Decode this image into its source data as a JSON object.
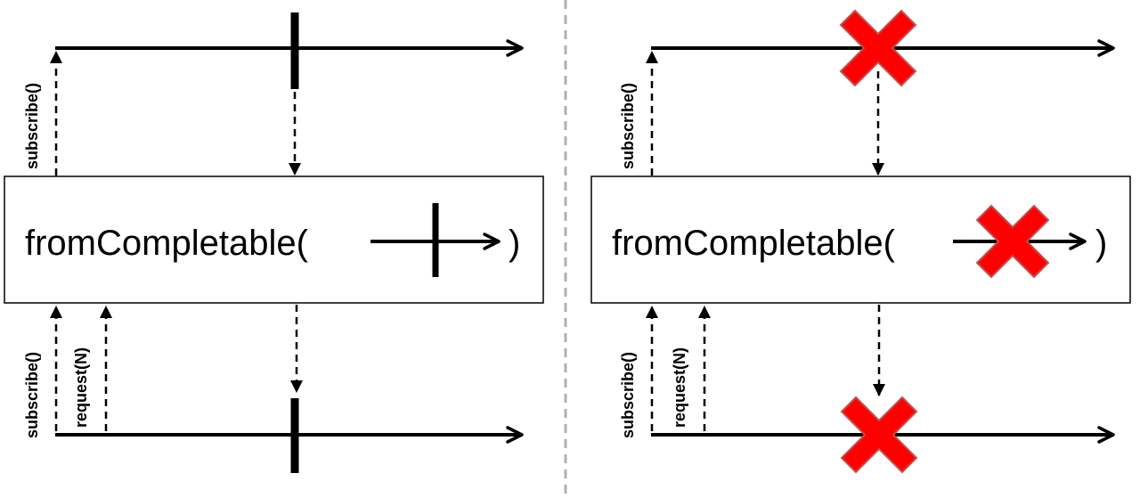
{
  "colors": {
    "line": "#000000",
    "error_fill": "#ff0000",
    "error_stroke": "#c0504d",
    "divider": "#b0b0b0",
    "box_fill": "#ffffff"
  },
  "left_panel": {
    "operator_label": "fromCompletable(",
    "operator_close": ")",
    "upstream_call": "subscribe()",
    "downstream_call_subscribe": "subscribe()",
    "downstream_call_request": "request(N)",
    "upstream_event": "completion-marker",
    "downstream_event": "completion-marker"
  },
  "right_panel": {
    "operator_label": "fromCompletable(",
    "operator_close": ")",
    "upstream_call": "subscribe()",
    "downstream_call_subscribe": "subscribe()",
    "downstream_call_request": "request(N)",
    "upstream_event": "error-x",
    "downstream_event": "error-x"
  }
}
